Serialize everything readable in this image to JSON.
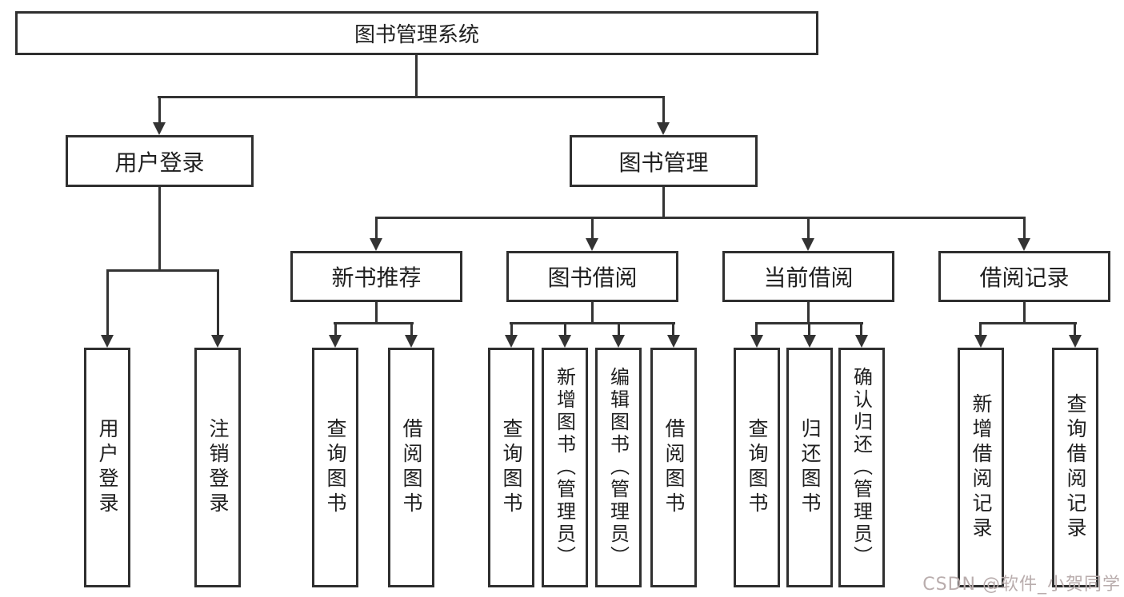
{
  "diagram": {
    "root": {
      "label": "图书管理系统",
      "children": [
        {
          "label": "用户登录",
          "children": [
            {
              "label": "用户登录"
            },
            {
              "label": "注销登录"
            }
          ]
        },
        {
          "label": "图书管理",
          "children": [
            {
              "label": "新书推荐",
              "children": [
                {
                  "label": "查询图书"
                },
                {
                  "label": "借阅图书"
                }
              ]
            },
            {
              "label": "图书借阅",
              "children": [
                {
                  "label": "查询图书"
                },
                {
                  "label": "新增图书（管理员）"
                },
                {
                  "label": "编辑图书（管理员）"
                },
                {
                  "label": "借阅图书"
                }
              ]
            },
            {
              "label": "当前借阅",
              "children": [
                {
                  "label": "查询图书"
                },
                {
                  "label": "归还图书"
                },
                {
                  "label": "确认归还（管理员）"
                }
              ]
            },
            {
              "label": "借阅记录",
              "children": [
                {
                  "label": "新增借阅记录"
                },
                {
                  "label": "查询借阅记录"
                }
              ]
            }
          ]
        }
      ]
    },
    "line_color": "#333333"
  },
  "watermark": {
    "text": "CSDN @软件_小贺同学",
    "color": "#b9adad"
  }
}
